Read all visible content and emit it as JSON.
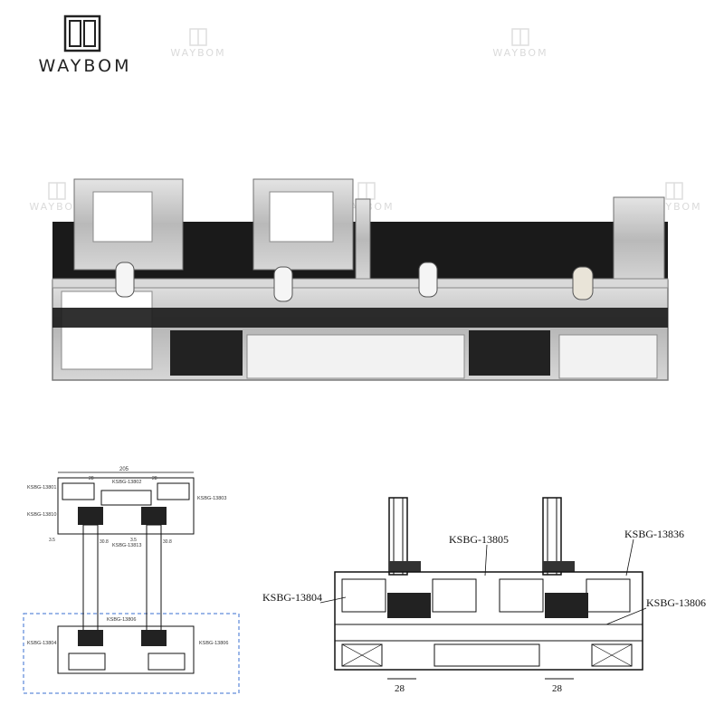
{
  "brand": {
    "name": "WAYBOM",
    "watermark": "WAYBOM",
    "logo_icon": "double-door-icon"
  },
  "photo": {
    "subject": "aluminium-profile-cross-section",
    "fill_color": "#c9c9c9",
    "gasket_color": "#1a1a1a"
  },
  "drawing_left": {
    "labels": [
      "KSBG-13801",
      "KSBG-13802",
      "KSBG-13803",
      "KSBG-13810",
      "KSBG-13813",
      "KSBG-13804",
      "KSBG-13806",
      "KSBG-13806"
    ],
    "dimensions": [
      "205",
      "28",
      "28",
      "30.8",
      "30.8",
      "3.5",
      "3.5"
    ]
  },
  "drawing_right": {
    "labels": [
      "KSBG-13805",
      "KSBG-13836",
      "KSBG-13804",
      "KSBG-13806"
    ],
    "dimensions": [
      "28",
      "28"
    ]
  },
  "colors": {
    "line": "#111111",
    "dashed_box": "#3a6fd0",
    "watermark": "#bdbdbd"
  }
}
